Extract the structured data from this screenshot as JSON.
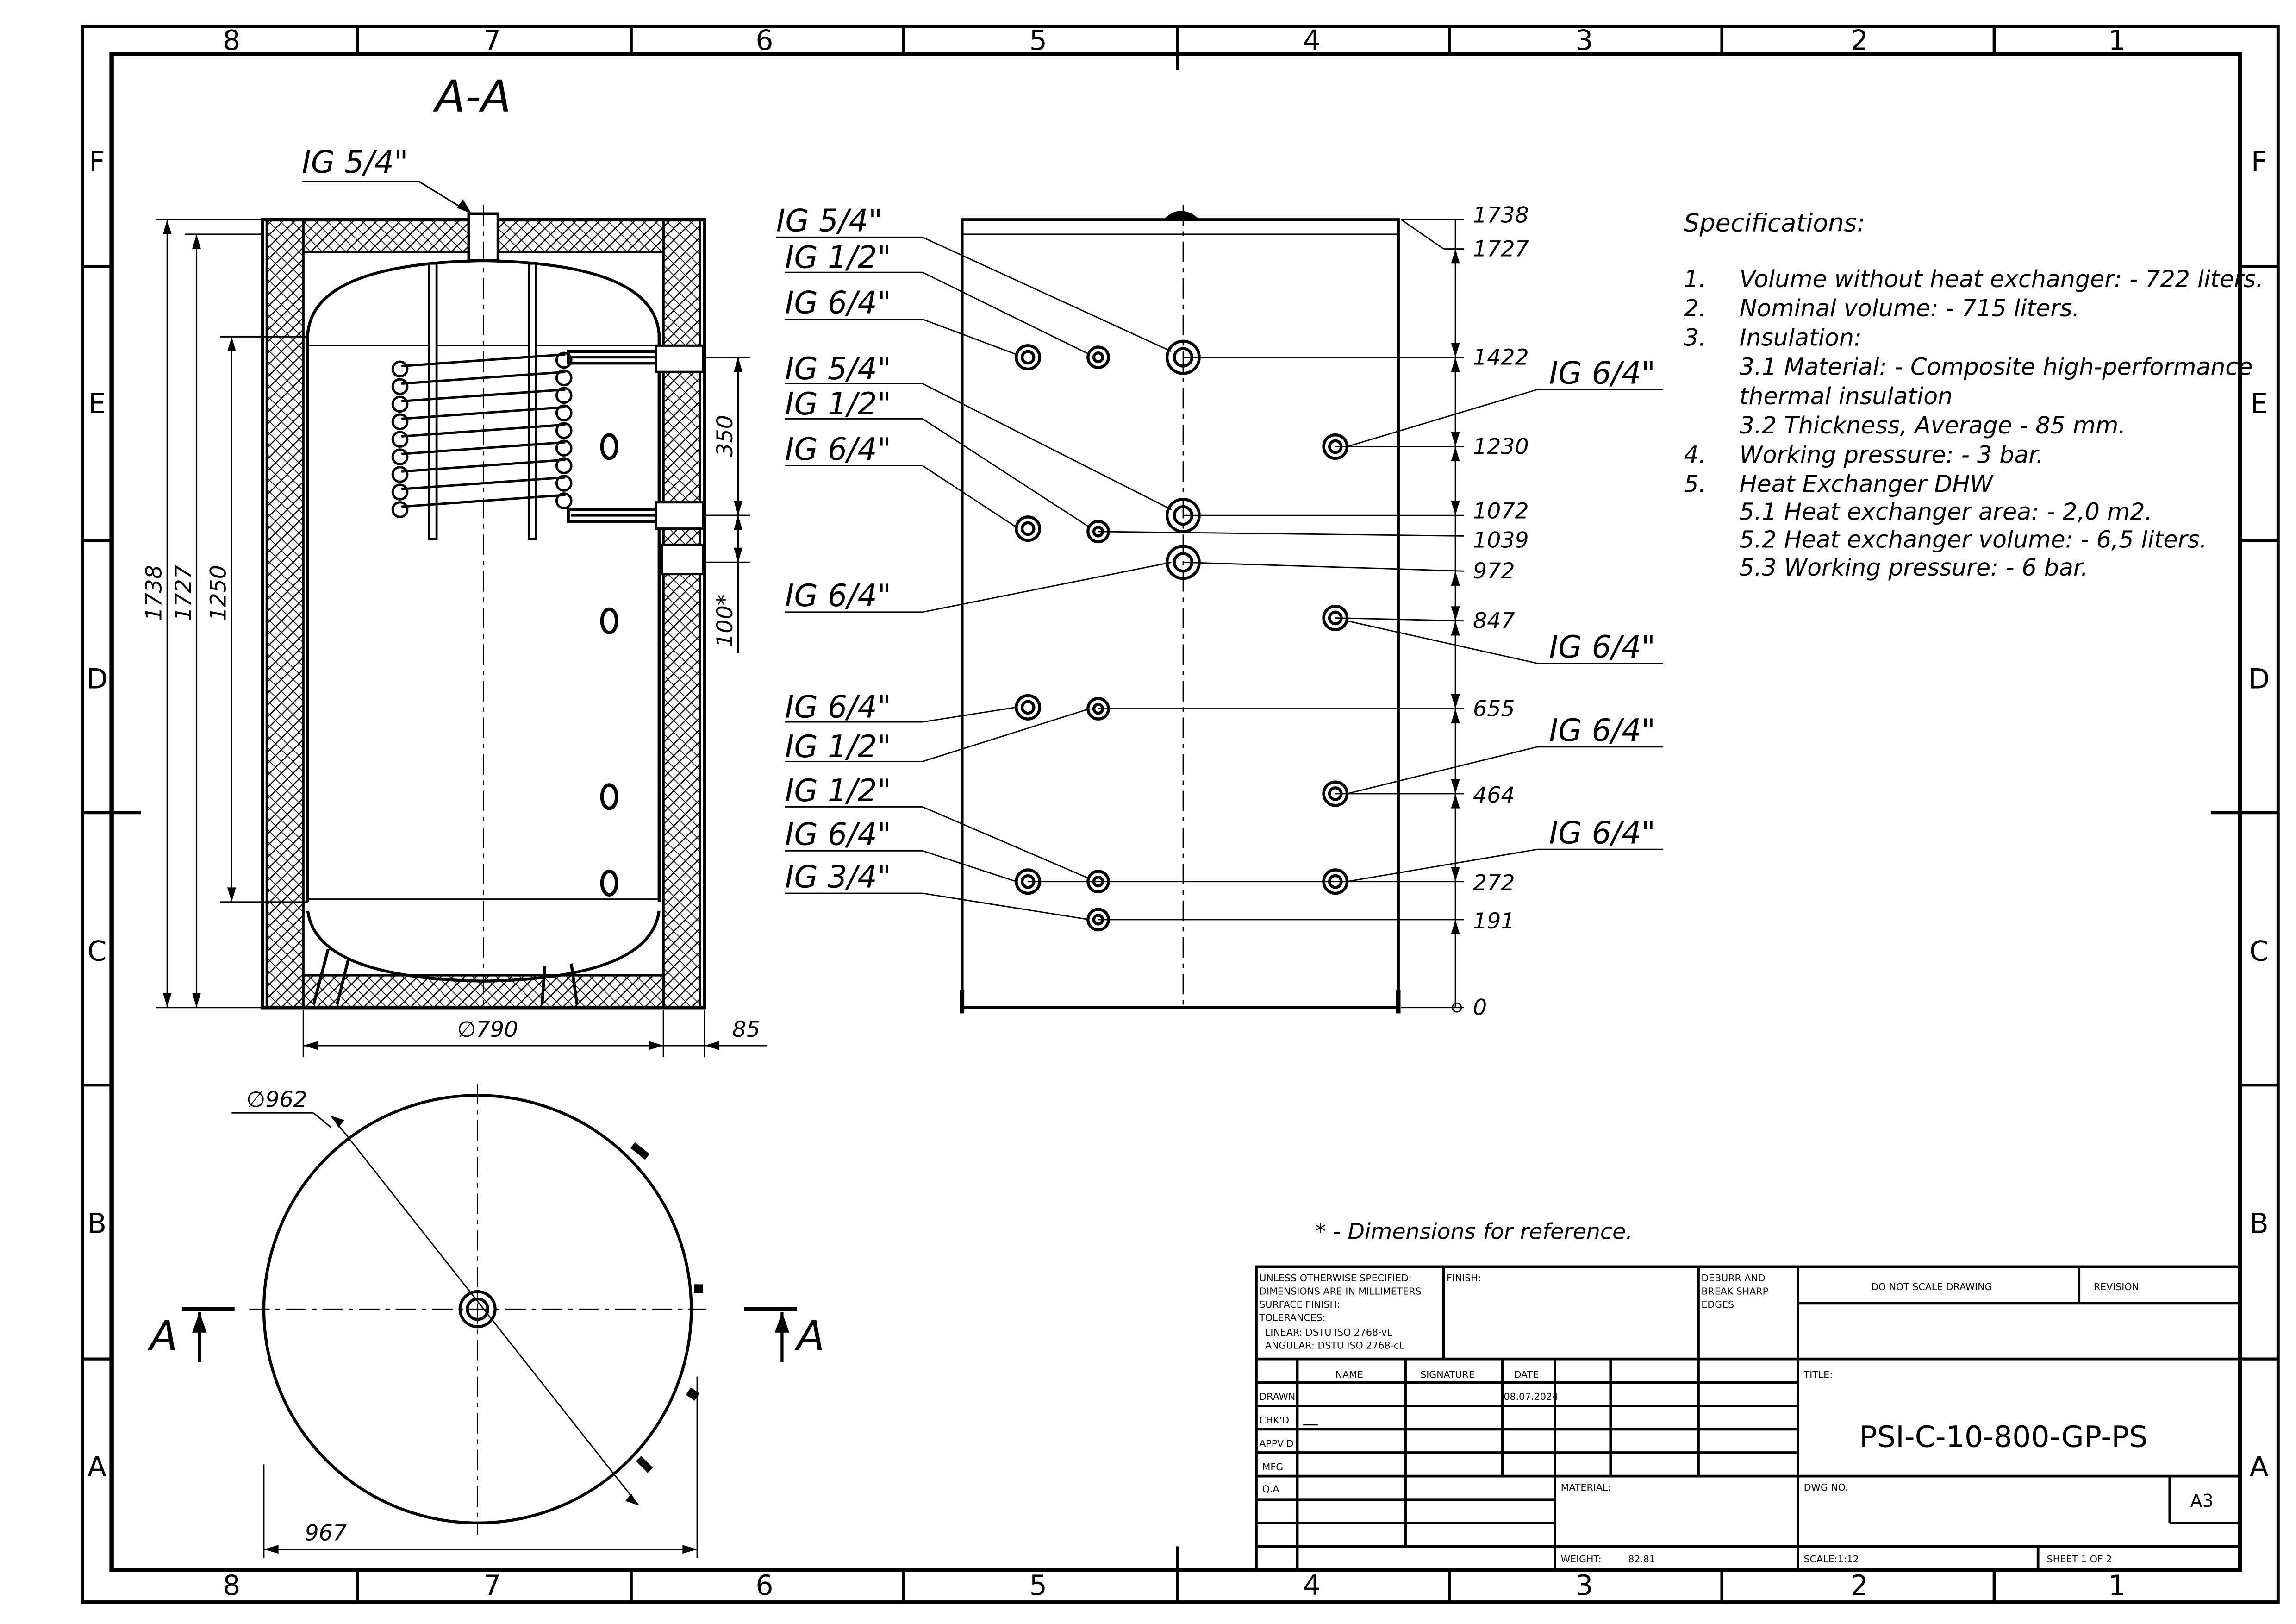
{
  "frame": {
    "col_labels": [
      "8",
      "7",
      "6",
      "5",
      "4",
      "3",
      "2",
      "1"
    ],
    "row_labels": [
      "F",
      "E",
      "D",
      "C",
      "B",
      "A"
    ]
  },
  "section": {
    "title": "A-A",
    "top_connection": "IG 5/4\"",
    "dims": {
      "h1738": "1738",
      "h1727": "1727",
      "h1250": "1250",
      "d350": "350",
      "d100": "100*",
      "dia790": "∅790",
      "ins85": "85"
    }
  },
  "front_view": {
    "left_labels": [
      "IG 5/4\"",
      "IG 1/2\"",
      "IG 6/4\"",
      "IG 5/4\"",
      "IG 1/2\"",
      "IG 6/4\"",
      "IG 6/4\"",
      "IG 6/4\"",
      "IG 1/2\"",
      "IG 1/2\"",
      "IG 6/4\"",
      "IG 3/4\""
    ],
    "right_labels": [
      "IG 6/4\"",
      "IG 6/4\"",
      "IG 6/4\"",
      "IG 6/4\""
    ],
    "heights": [
      "1738",
      "1727",
      "1422",
      "1230",
      "1072",
      "1039",
      "972",
      "847",
      "655",
      "464",
      "272",
      "191",
      "0"
    ]
  },
  "plan_view": {
    "dia962": "∅962",
    "width967": "967",
    "section_mark": "A"
  },
  "specifications": {
    "title": "Specifications:",
    "lines": [
      {
        "num": "1.",
        "text": "Volume without heat exchanger: - 722 liters."
      },
      {
        "num": "2.",
        "text": "Nominal volume: - 715 liters."
      },
      {
        "num": "3.",
        "text": "Insulation:"
      },
      {
        "num": "",
        "text": "3.1 Material: - Composite high-performance"
      },
      {
        "num": "",
        "text": "thermal insulation"
      },
      {
        "num": "",
        "text": "3.2 Thickness, Average   - 85 mm."
      },
      {
        "num": "4.",
        "text": "Working pressure: - 3 bar."
      },
      {
        "num": "5.",
        "text": "Heat Exchanger DHW"
      },
      {
        "num": "",
        "text": "5.1 Heat exchanger area: - 2,0 m2."
      },
      {
        "num": "",
        "text": "5.2 Heat exchanger volume: - 6,5 liters."
      },
      {
        "num": "",
        "text": "5.3 Working pressure: - 6 bar."
      }
    ]
  },
  "note": "* - Dimensions for reference.",
  "title_block": {
    "general_notes": [
      "UNLESS OTHERWISE SPECIFIED:",
      "DIMENSIONS ARE IN MILLIMETERS",
      "SURFACE FINISH:",
      "TOLERANCES:",
      "   LINEAR: DSTU ISO 2768-vL",
      "   ANGULAR: DSTU ISO 2768-cL"
    ],
    "finish": "FINISH:",
    "deburr": [
      "DEBURR AND",
      "BREAK SHARP",
      "EDGES"
    ],
    "do_not_scale": "DO NOT SCALE DRAWING",
    "revision": "REVISION",
    "col_name": "NAME",
    "col_signature": "SIGNATURE",
    "col_date": "DATE",
    "rows": [
      "DRAWN",
      "CHK'D",
      "APPV'D",
      "MFG",
      "Q.A"
    ],
    "drawn_date": "08.07.2024",
    "title_label": "TITLE:",
    "title": "PSI-C-10-800-GP-PS",
    "material": "MATERIAL:",
    "dwg_no": "DWG NO.",
    "size": "A3",
    "weight_label": "WEIGHT:",
    "weight_value": "82.81",
    "scale": "SCALE:1:12",
    "sheet": "SHEET 1 OF 2"
  }
}
